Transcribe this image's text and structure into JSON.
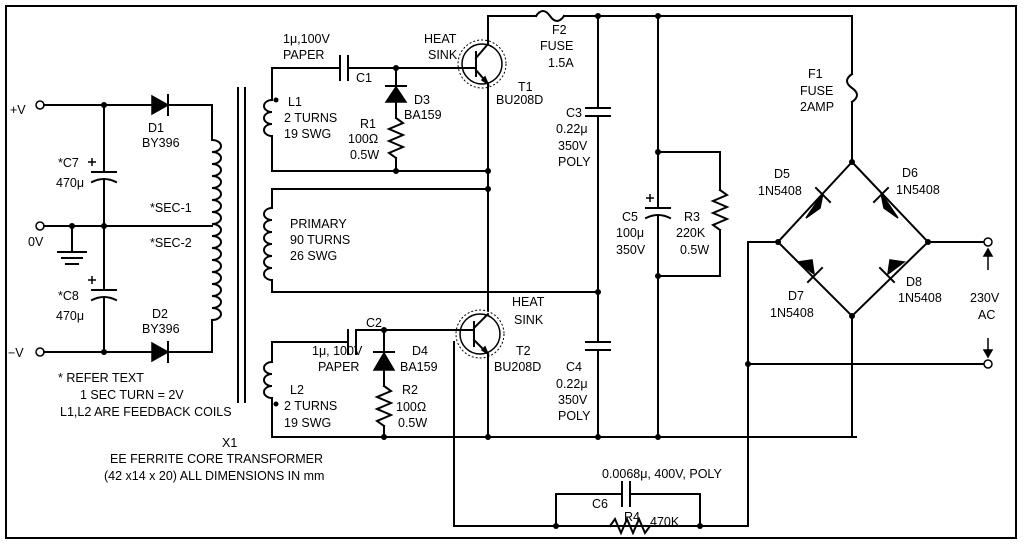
{
  "labels": {
    "pos_v": "+V",
    "neg_v": "−V",
    "zero_v": "0V",
    "d1_ref": "D1",
    "d1_val": "BY396",
    "d2_ref": "D2",
    "d2_val": "BY396",
    "c7_ref": "*C7",
    "c7_val": "470μ",
    "c8_ref": "*C8",
    "c8_val": "470μ",
    "sec1": "*SEC-1",
    "sec2": "*SEC-2",
    "note1": "* REFER TEXT",
    "note2": "1 SEC TURN = 2V",
    "note3": "L1,L2 ARE FEEDBACK COILS",
    "x1_ref": "X1",
    "x1_desc1": "EE FERRITE CORE TRANSFORMER",
    "x1_desc2": "(42 x14 x 20) ALL DIMENSIONS IN mm",
    "c1_spec1": "1μ,100V",
    "c1_spec2": "PAPER",
    "c1_ref": "C1",
    "l1_ref": "L1",
    "l1_turns": "2 TURNS",
    "l1_gauge": "19 SWG",
    "d3_ref": "D3",
    "d3_val": "BA159",
    "r1_ref": "R1",
    "r1_val": "100Ω",
    "r1_watt": "0.5W",
    "primary": "PRIMARY",
    "primary_turns": "90 TURNS",
    "primary_gauge": "26 SWG",
    "c2_spec1": "1μ, 100V",
    "c2_spec2": "PAPER",
    "c2_ref": "C2",
    "l2_ref": "L2",
    "l2_turns": "2 TURNS",
    "l2_gauge": "19 SWG",
    "d4_ref": "D4",
    "d4_val": "BA159",
    "r2_ref": "R2",
    "r2_val": "100Ω",
    "r2_watt": "0.5W",
    "t1_heat1": "HEAT",
    "t1_heat2": "SINK",
    "t1_ref": "T1",
    "t1_val": "BU208D",
    "t2_heat1": "HEAT",
    "t2_heat2": "SINK",
    "t2_ref": "T2",
    "t2_val": "BU208D",
    "f2_ref": "F2",
    "f2_name": "FUSE",
    "f2_val": "1.5A",
    "c3_ref": "C3",
    "c3_val": "0.22μ",
    "c3_volt": "350V",
    "c3_type": "POLY",
    "c4_ref": "C4",
    "c4_val": "0.22μ",
    "c4_volt": "350V",
    "c4_type": "POLY",
    "c5_ref": "C5",
    "c5_val": "100μ",
    "c5_volt": "350V",
    "r3_ref": "R3",
    "r3_val": "220K",
    "r3_watt": "0.5W",
    "c6_spec": "0.0068μ, 400V, POLY",
    "c6_ref": "C6",
    "r4_ref": "R4",
    "r4_val": "470K",
    "f1_ref": "F1",
    "f1_name": "FUSE",
    "f1_val": "2AMP",
    "d5_ref": "D5",
    "d5_val": "1N5408",
    "d6_ref": "D6",
    "d6_val": "1N5408",
    "d7_ref": "D7",
    "d7_val": "1N5408",
    "d8_ref": "D8",
    "d8_val": "1N5408",
    "ac_volt": "230V",
    "ac_label": "AC"
  }
}
